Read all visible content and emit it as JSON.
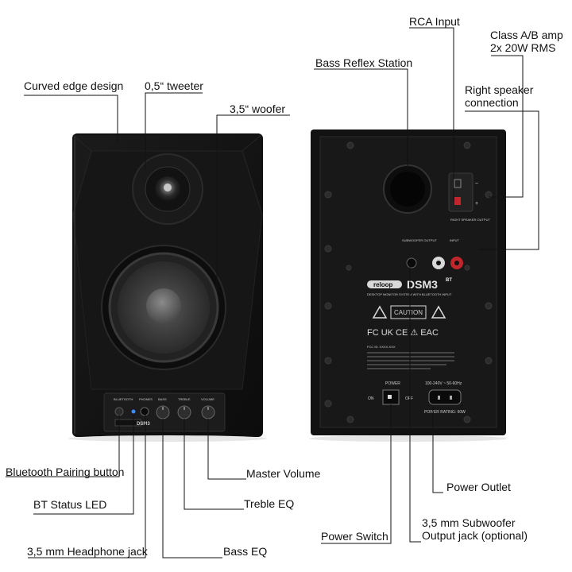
{
  "callouts": {
    "curved_edge": "Curved edge design",
    "tweeter": "0,5“ tweeter",
    "woofer": "3,5“ woofer",
    "bass_reflex": "Bass Reflex Station",
    "rca_input": "RCA Input",
    "class_ab_line1": "Class A/B amp",
    "class_ab_line2": "2x 20W RMS",
    "right_conn_line1": "Right speaker",
    "right_conn_line2": "connection",
    "bt_pairing": "Bluetooth Pairing button",
    "bt_led": "BT Status LED",
    "headphone": "3,5 mm Headphone jack",
    "master_volume": "Master Volume",
    "treble_eq": "Treble EQ",
    "bass_eq": "Bass EQ",
    "power_outlet": "Power Outlet",
    "power_switch": "Power Switch",
    "sub_line1": "3,5 mm Subwoofer",
    "sub_line2": "Output jack (optional)"
  },
  "rear_panel": {
    "brand": "reloop",
    "model": "DSM3",
    "model_sup": "BT",
    "tagline": "DESKTOP MONITOR SYSTEM WITH BLUETOOTH INPUT",
    "right_speaker_output": "RIGHT SPEAKER OUTPUT",
    "subwoofer_output": "SUBWOOFER OUTPUT",
    "input": "INPUT",
    "caution": "CAUTION",
    "power": "POWER",
    "on": "ON",
    "off": "OFF",
    "voltage": "100-240V ~ 50-60Hz",
    "power_rating": "POWER RATING: 60W",
    "fcc_id": "FCC ID: XXXX-XXX",
    "plus": "+",
    "minus": "–"
  },
  "front_panel": {
    "pair": "BLUETOOTH",
    "phones": "PHONES",
    "bass": "BASS",
    "treble": "TREBLE",
    "volume": "VOLUME",
    "logo": "DSM3"
  }
}
